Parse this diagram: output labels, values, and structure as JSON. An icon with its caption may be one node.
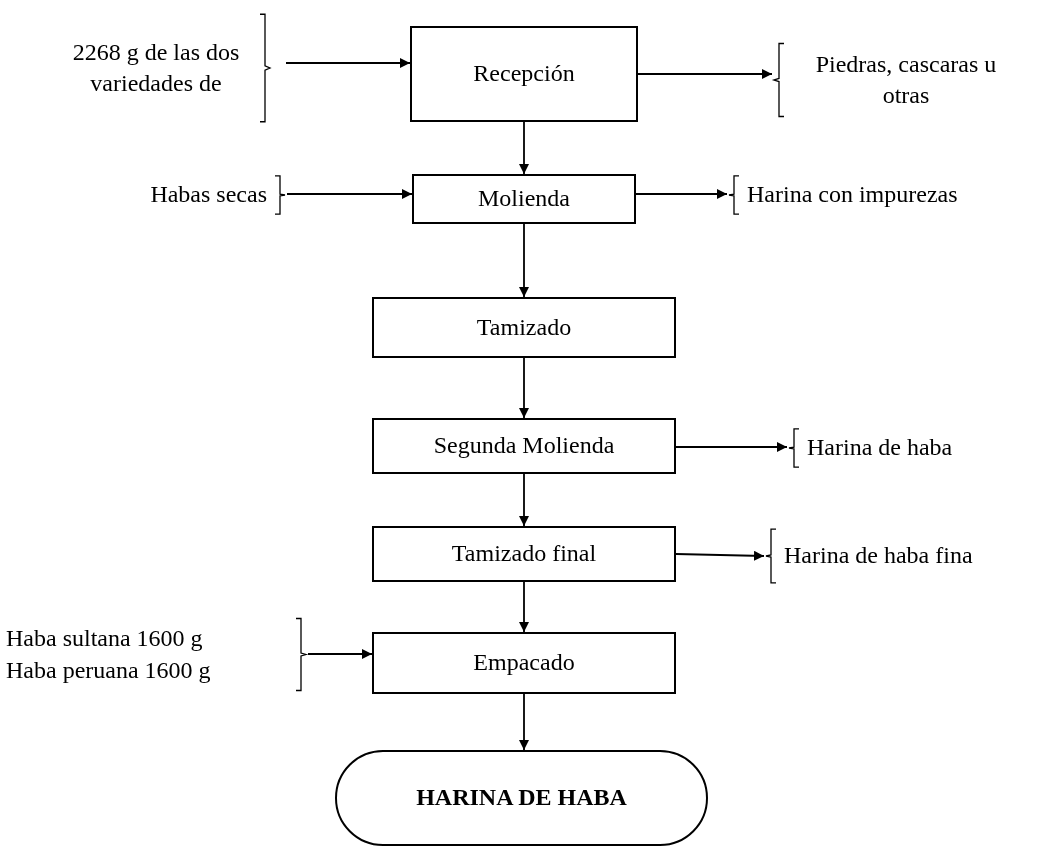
{
  "diagram": {
    "nodes": [
      {
        "text": [
          "2268 g de las dos variedades de"
        ]
      },
      {
        "text": [
          "Recepción"
        ]
      },
      {
        "text": [
          "Piedras, cascaras u otras"
        ]
      },
      {
        "text": [
          "Habas secas"
        ]
      },
      {
        "text": [
          "Molienda"
        ]
      },
      {
        "text": [
          "Harina con impurezas"
        ]
      },
      {
        "text": [
          "Tamizado"
        ]
      },
      {
        "text": [
          "Segunda Molienda"
        ]
      },
      {
        "text": [
          "Harina de haba"
        ]
      },
      {
        "text": [
          "Tamizado final"
        ]
      },
      {
        "text": [
          "Harina de haba fina"
        ]
      },
      {
        "text": [
          "Haba sultana 1600 g",
          "Haba peruana 1600 g"
        ]
      },
      {
        "text": [
          "Empacado"
        ]
      },
      {
        "text": [
          "HARINA DE HABA"
        ]
      }
    ],
    "edges": [
      {
        "from": 0,
        "to": 1,
        "arrow": "to"
      },
      {
        "from": 1,
        "to": 2,
        "arrow": "to"
      },
      {
        "from": 1,
        "to": 4,
        "arrow": "to"
      },
      {
        "from": 3,
        "to": 4,
        "arrow": "to"
      },
      {
        "from": 4,
        "to": 5,
        "arrow": "to"
      },
      {
        "from": 4,
        "to": 6,
        "arrow": "to"
      },
      {
        "from": 6,
        "to": 7,
        "arrow": "to"
      },
      {
        "from": 7,
        "to": 8,
        "arrow": "to"
      },
      {
        "from": 7,
        "to": 9,
        "arrow": "to"
      },
      {
        "from": 9,
        "to": 10,
        "arrow": "to"
      },
      {
        "from": 9,
        "to": 12,
        "arrow": "to"
      },
      {
        "from": 11,
        "to": 12,
        "arrow": "to"
      },
      {
        "from": 12,
        "to": 13,
        "arrow": "to"
      }
    ]
  }
}
